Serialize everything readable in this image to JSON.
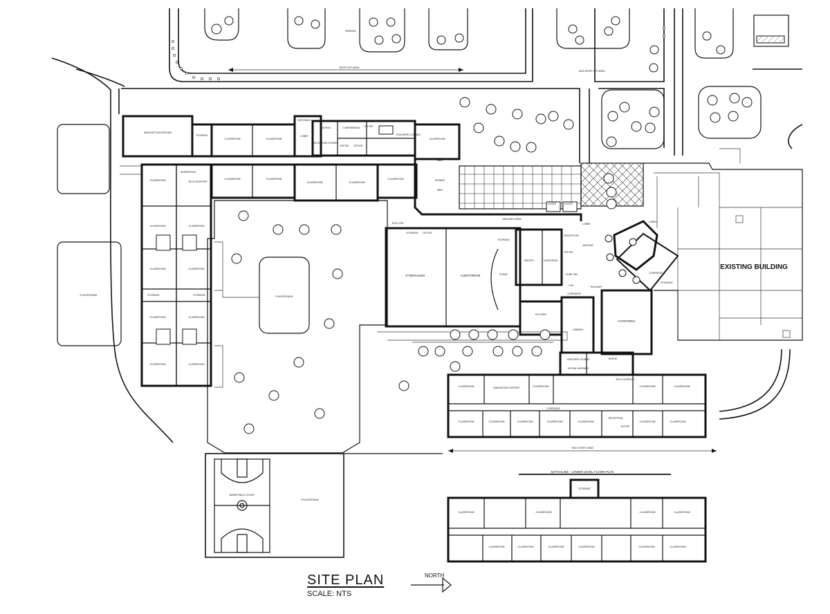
{
  "title": "SITE PLAN",
  "scale": "SCALE: NTS",
  "north": "NORTH",
  "site_labels": {
    "parking": "PARKING",
    "drop_off": "DROP OFF AREA",
    "bus_drop_off": "BUS DROP OFF AREA",
    "playground_west": "PLAYGROUND",
    "playground_center": "PLAYGROUND",
    "playground_south": "PLAYGROUND",
    "basketball_court": "BASKETBALL COURT",
    "existing_building": "EXISTING BUILDING",
    "two_story_wing": "TWO STORY WING",
    "matchline": "MATCHLINE - LOWER LEVEL FLOOR PLAN"
  },
  "rooms": {
    "indoor_playground": "INDOOR PLAYGROUND",
    "classroom": "CLASSROOM",
    "storage": "STORAGE",
    "lobby": "LOBBY",
    "vestibule": "VESTIBULE",
    "waiting": "WAITING",
    "conference": "CONFERENCE",
    "office": "OFFICE",
    "reception_copier": "RECEPTION COPIER",
    "teachers_lounge": "TEACHERS LOUNGE",
    "teacher_lounge": "TEACHER LOUNGE",
    "workroom": "WORKROOM",
    "men": "MEN",
    "women": "WOMEN",
    "elec": "ELEC.",
    "tech_support": "TECH SUPPORT",
    "gymnasium": "GYMNASIUM",
    "auditorium": "AUDITORIUM",
    "stage": "STAGE",
    "pantry": "PANTRY",
    "cafeteria": "CAFETERIA",
    "kitchen": "KITCHEN",
    "library": "LIBRARY",
    "hallway": "HALLWAY",
    "corridor": "CORRIDOR",
    "coats": "COATS",
    "elec_fm": "ELEC./FM",
    "social_worker": "SOCIAL WORKER",
    "nurse": "NURSE",
    "innovation_center": "INNOVATION CENTER",
    "reception": "RECEPTION",
    "walking_area": "WALKING AREA",
    "tech_support_2": "TECH SUPPORT",
    "conf_rm": "CONF. RM",
    "lav": "LAV."
  },
  "colors": {
    "ink": "#111111",
    "paper": "#ffffff",
    "hatch": "#555555"
  }
}
